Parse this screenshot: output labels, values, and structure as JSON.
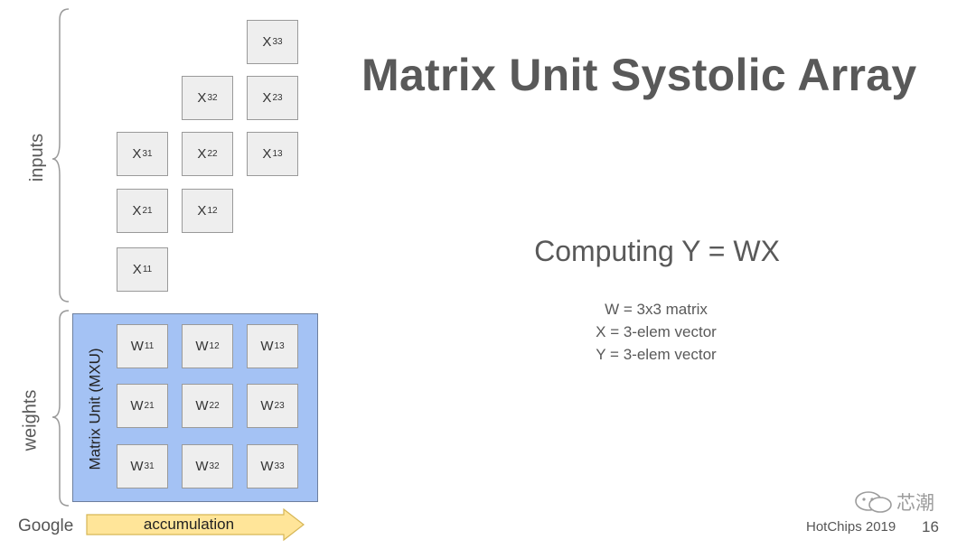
{
  "slide": {
    "title": "Matrix Unit Systolic Array",
    "subtitle": "Computing Y = WX",
    "definitions": [
      "W = 3x3 matrix",
      "X = 3-elem vector",
      "Y = 3-elem vector"
    ],
    "labels": {
      "inputs": "inputs",
      "weights": "weights",
      "mxu": "Matrix Unit (MXU)",
      "accumulation": "accumulation"
    },
    "inputs": [
      {
        "base": "X",
        "sub": "33"
      },
      {
        "base": "X",
        "sub": "32"
      },
      {
        "base": "X",
        "sub": "23"
      },
      {
        "base": "X",
        "sub": "31"
      },
      {
        "base": "X",
        "sub": "22"
      },
      {
        "base": "X",
        "sub": "13"
      },
      {
        "base": "X",
        "sub": "21"
      },
      {
        "base": "X",
        "sub": "12"
      },
      {
        "base": "X",
        "sub": "11"
      }
    ],
    "weights": [
      {
        "base": "W",
        "sub": "11"
      },
      {
        "base": "W",
        "sub": "12"
      },
      {
        "base": "W",
        "sub": "13"
      },
      {
        "base": "W",
        "sub": "21"
      },
      {
        "base": "W",
        "sub": "22"
      },
      {
        "base": "W",
        "sub": "23"
      },
      {
        "base": "W",
        "sub": "31"
      },
      {
        "base": "W",
        "sub": "32"
      },
      {
        "base": "W",
        "sub": "33"
      }
    ],
    "colors": {
      "cell_fill": "#eeeeee",
      "mxu_fill": "#a4c2f4",
      "arrow_fill": "#ffe599",
      "text": "#595959"
    }
  },
  "footer": {
    "logo": "Google",
    "event": "HotChips 2019",
    "page": "16",
    "watermark": "芯潮"
  }
}
